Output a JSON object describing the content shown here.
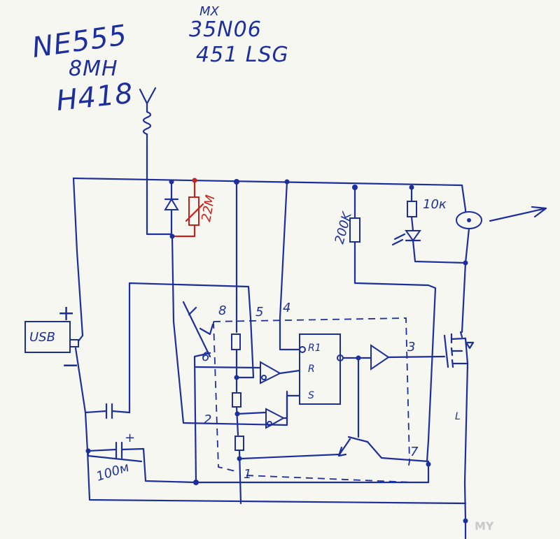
{
  "notes": {
    "line1": "NE555",
    "line2": "8MH",
    "line3": "H418",
    "mosfet_top": "MX",
    "mosfet_mid": "35N06",
    "mosfet_bot": "451 LSG"
  },
  "labels": {
    "usb": "USB",
    "plus": "+",
    "minus": "−",
    "cap_100": "100м",
    "cap_plus": "+",
    "r_22m": "22M",
    "r_200k": "200K",
    "r_10k": "10к",
    "pin8": "8",
    "pin5": "5",
    "pin4": "4",
    "pin6": "6",
    "pin2": "2",
    "pin1": "1",
    "pin3": "3",
    "pin7": "7",
    "ff_r1": "R1",
    "ff_r": "R",
    "ff_s": "S",
    "l_mark": "L"
  },
  "watermark": "MY",
  "colors": {
    "ink": "#1d2f9c",
    "red_ink": "#c8201c",
    "paper": "#f7f7f2"
  }
}
